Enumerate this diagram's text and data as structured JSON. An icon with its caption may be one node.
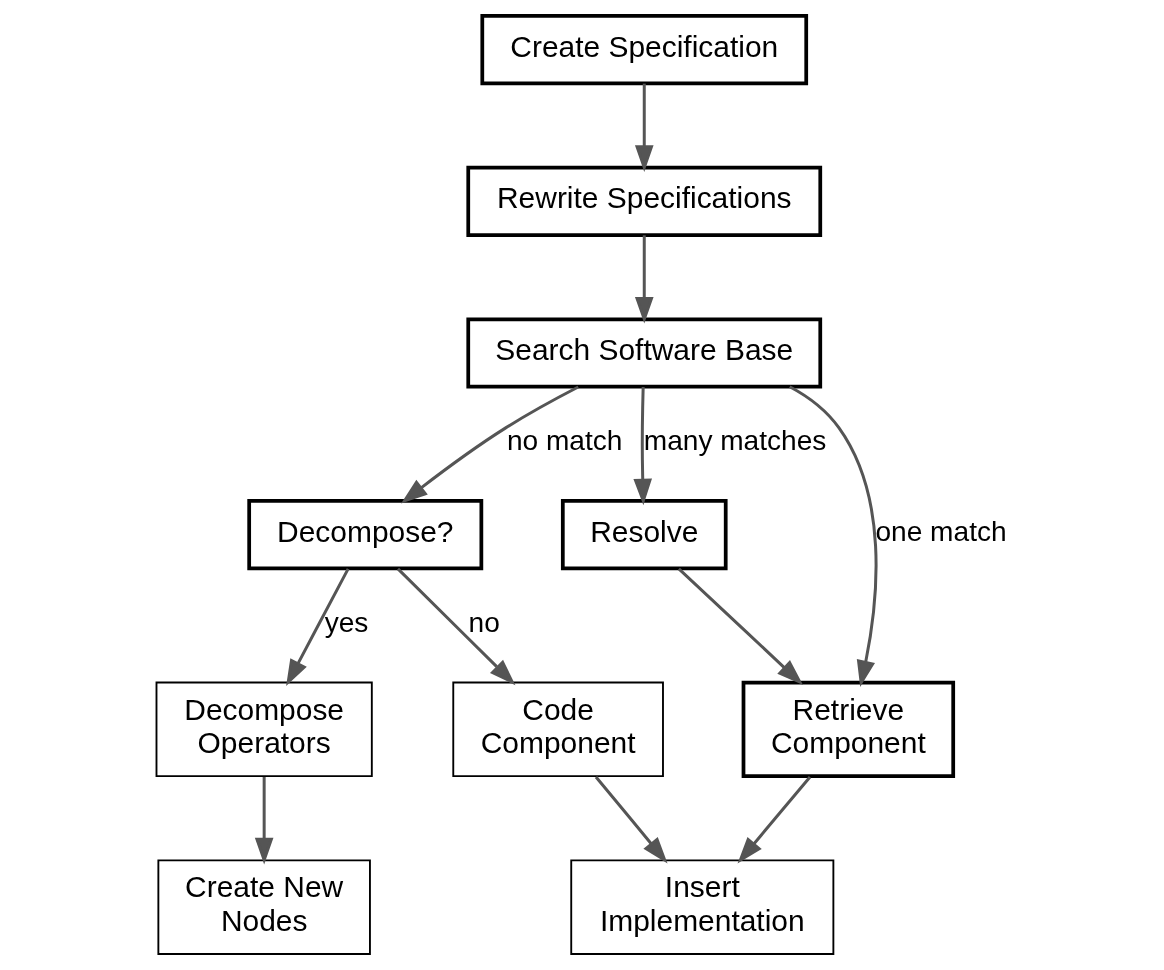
{
  "diagram": {
    "nodes": [
      {
        "text": [
          "Create Specification"
        ]
      },
      {
        "text": [
          "Rewrite Specifications"
        ]
      },
      {
        "text": [
          "Search Software Base"
        ]
      },
      {
        "text": [
          "Decompose?"
        ]
      },
      {
        "text": [
          "Resolve"
        ]
      },
      {
        "text": [
          "Decompose Operators"
        ]
      },
      {
        "text": [
          "Code Component"
        ]
      },
      {
        "text": [
          "Retrieve Component"
        ]
      },
      {
        "text": [
          "Create New Nodes"
        ]
      },
      {
        "text": [
          "Insert Implementation"
        ]
      }
    ],
    "edges": [
      {
        "from": 0,
        "to": 1,
        "arrow": "to"
      },
      {
        "from": 1,
        "to": 2,
        "arrow": "to"
      },
      {
        "from": 2,
        "to": 3,
        "arrow": "to",
        "label": "no match"
      },
      {
        "from": 2,
        "to": 7,
        "arrow": "to",
        "label": "one match"
      },
      {
        "from": 2,
        "to": 4,
        "arrow": "to",
        "label": "many matches"
      },
      {
        "from": 3,
        "to": 5,
        "arrow": "to",
        "label": "yes"
      },
      {
        "from": 3,
        "to": 6,
        "arrow": "to",
        "label": "no"
      },
      {
        "from": 4,
        "to": 7,
        "arrow": "to"
      },
      {
        "from": 5,
        "to": 8,
        "arrow": "to"
      },
      {
        "from": 6,
        "to": 9,
        "arrow": "to"
      },
      {
        "from": 7,
        "to": 9,
        "arrow": "to"
      }
    ]
  }
}
